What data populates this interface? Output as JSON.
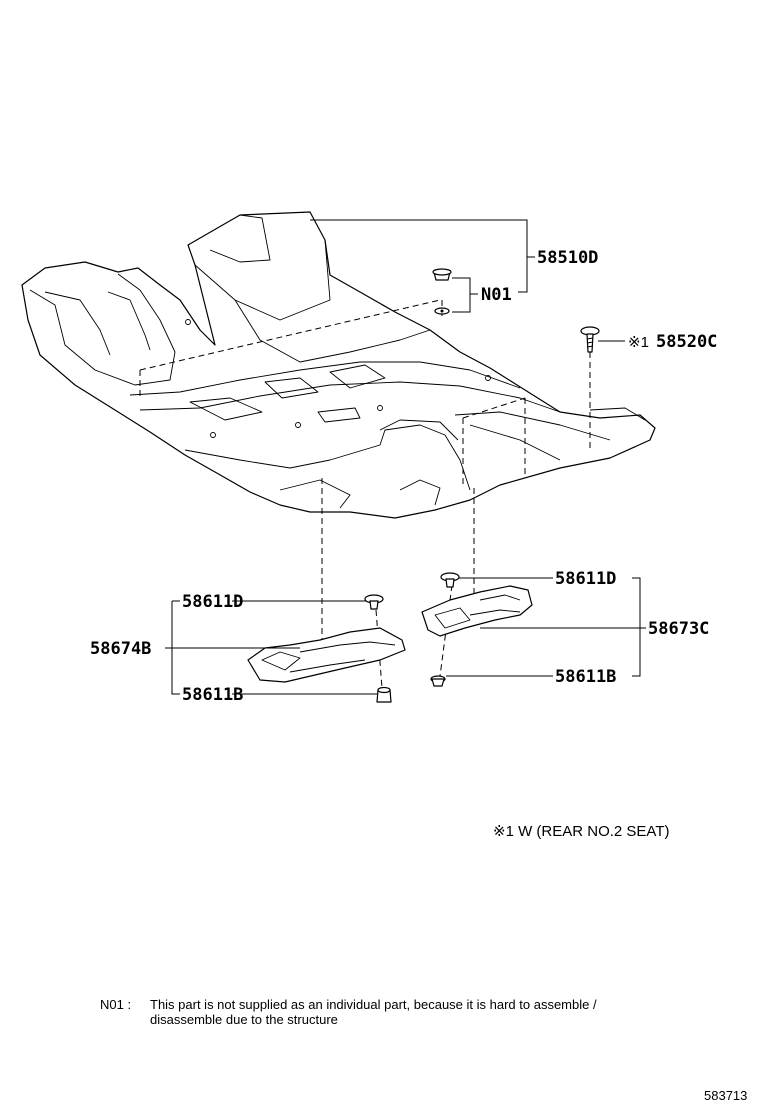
{
  "callouts": {
    "carpet_main": "58510D",
    "n01": "N01",
    "screw_rear": "58520C",
    "screw_marker": "※1",
    "left_clip_top": "58611D",
    "left_cover": "58674B",
    "left_clip_bottom": "58611B",
    "right_clip_top": "58611D",
    "right_cover": "58673C",
    "right_clip_bottom": "58611B"
  },
  "notes": {
    "condition": "※1 W (REAR NO.2 SEAT)",
    "n01_key": "N01 :",
    "n01_line1": "This part is not supplied as an individual part, because it is hard to assemble /",
    "n01_line2": "disassemble due to the structure"
  },
  "diagram_id": "583713"
}
